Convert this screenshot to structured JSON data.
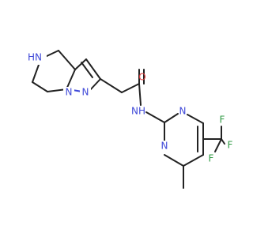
{
  "molecule": {
    "atom_labels": {
      "ring_nh": "HN",
      "n1": "N",
      "n2": "N",
      "o": "O",
      "amide_nh": "NH",
      "py_n_upper": "N",
      "py_n_lower": "N",
      "f_top": "F",
      "f_right": "F",
      "f_bottom": "F"
    },
    "colors": {
      "nitrogen": "#3f49d8",
      "oxygen": "#d93a3a",
      "fluorine": "#2f9a43",
      "carbon_bond": "#222222"
    }
  }
}
